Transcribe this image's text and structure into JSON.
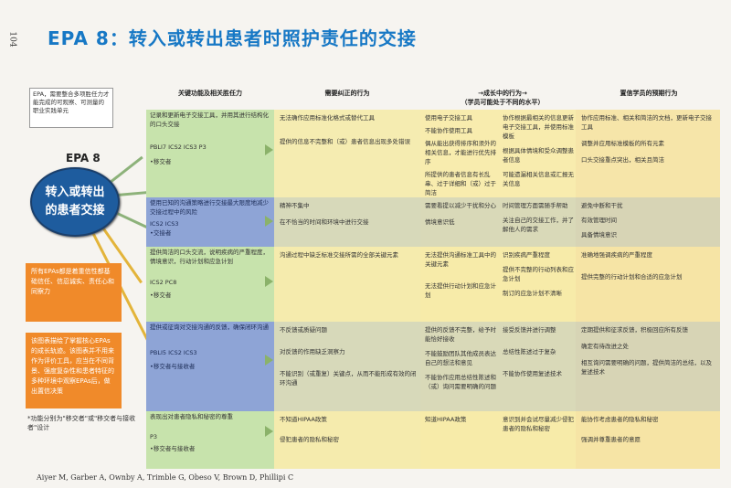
{
  "page_number": "104",
  "title": "EPA 8：转入或转出患者时照护责任的交接",
  "intro_box": "EPA，需要整合多项胜任力才能完成的可观察、可测量的职业实践单元",
  "epa_label": "EPA 8",
  "circle_line1": "转入或转出",
  "circle_line2": "的患者交接",
  "orange_box1": "所有EPAs都是着重信性都基础信任、信忍诚实、责任心和同察力",
  "orange_box2": "该图表描绘了掌握核心EPAs的成长轨迹。该图表并不用来作为评价工具，应当在不同背景、强度复杂性和患者特征的多种环境中观察EPAs后，做出置信决策",
  "note": "*功能分别为\"移交者\"或\"移交者与接收者\"设计",
  "col_headers": {
    "k": "关键功能及相关胜任力",
    "c1": "需要纠正的行为",
    "c2a": "→成长中的行为→",
    "c2b": "（学员可能处于不同的水平）",
    "c3": "置信学员的预期行为"
  },
  "rows": [
    {
      "k_text": "记录和更新电子交接工具，并用其进行结构化的口头交接",
      "k_code": "PBLI7 ICS2 ICS3 P3",
      "k_role": "•移交者",
      "c1": [
        "无法确作应用标准化格式或替代工具",
        "提供的信息不完整和（或）患者信息出现多处错误"
      ],
      "c2a": [
        "使用电子交接工具",
        "不能协作使用工具",
        "偶从能出获得排序和须外的相关信息，才能进行优先排序",
        "所提供的患者信息有长乱串、过于详细和（或）过于简洁"
      ],
      "c2b": [
        "协作根据最相关的信息更新电子交接工具，并使用标准模板",
        "根据具体情境和受众调整患者信息",
        "可能遗漏相关信息或汇报无关信息"
      ],
      "c3": [
        "协作应用标准、相关和简洁的文档，更新电子交接工具",
        "调整并应用标准模板的所有元素",
        "口头交接重点突出，相关且简洁"
      ]
    },
    {
      "k_text": "使用已知的沟通策略进行交接最大限度地减少交接过程中的风险",
      "k_code": "ICS2 ICS3",
      "k_role": "•交接者",
      "c1": [
        "精神不集中",
        "在不恰当的时间和环境中进行交接"
      ],
      "c2a": [
        "需要看提以减少干扰和分心",
        "情境意识低"
      ],
      "c2b": [
        "时间管理方面需随手帮助",
        "关注自己的交接工作，并了解他人的需求"
      ],
      "c3": [
        "避免中断和干扰",
        "有效管理时间",
        "具备情境意识"
      ]
    },
    {
      "k_text": "提供简洁的口头交流，说明疾病的严重程度，情境意识，行动计划和应急计划",
      "k_code": "ICS2 PC8",
      "k_role": "•移交者",
      "c1": [
        "沟通过程中缺乏标准交接所需的全部关键元素"
      ],
      "c2a": [
        "无法提供沟通标准工具中的关键元素",
        "无法提供行动计划和应急计划"
      ],
      "c2b": [
        "识别疾病严重程度",
        "提供不完整的行动列表和应急计划",
        "制订的应急计划不清晰"
      ],
      "c3": [
        "准确地强调疾病的严重程度",
        "提供完整的行动计划和合适的应急计划"
      ]
    },
    {
      "k_text": "提供或征询对交接沟通的反馈，确保闭环沟通",
      "k_code": "PBLI5 ICS2 ICS3",
      "k_role": "•移交者与接收者",
      "c1": [
        "不反馈或质疑问题",
        "对反馈的作用缺乏洞察力",
        "不能识别（或重复）关键点，从而不能形成有效的闭环沟通"
      ],
      "c2a": [
        "提供的反馈不完整，给予时能恰好接收",
        "不能鼓励团队其他成员表达自己的想法和意见",
        "不能协作应用总结性陈述和（或）询问需要明确的问题"
      ],
      "c2b": [
        "接受反馈并进行调整",
        "总结性陈述过于复杂",
        "不能协作使用复述技术"
      ],
      "c3": [
        "定期提供和征求反馈，积极回应所有反馈",
        "确定有待改进之处",
        "相互询问需要明确的问题，提供简洁的总结，以及复述技术"
      ]
    },
    {
      "k_text": "表现出对患者隐私和秘密的尊重",
      "k_code": "P3",
      "k_role": "•移交者与接收者",
      "c1": [
        "不知道HIPAA政策",
        "侵犯患者的隐私和秘密"
      ],
      "c2a": [
        "知道HIPAA政策"
      ],
      "c2b": [
        "意识到并会试尽量减少侵犯患者的隐私和秘密"
      ],
      "c3": [
        "能协作考虑患者的隐私和秘密",
        "强调并尊重患者的意愿"
      ]
    }
  ],
  "footer": "Aiyer M,  Garber A,  Ownby A,  Trimble G,  Obeso V,  Brown D,  Phillipi C"
}
